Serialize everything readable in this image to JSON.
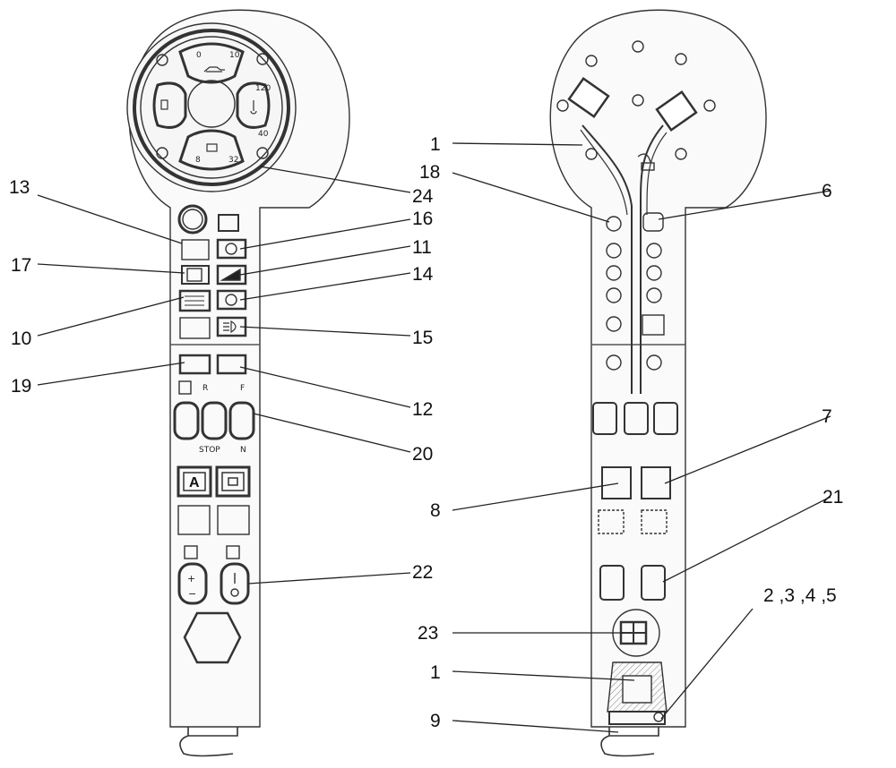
{
  "gauges": {
    "fuel_scale": {
      "min": "0",
      "max": "10"
    },
    "temp_scale": {
      "top": "120",
      "bottom": "40"
    },
    "voltage_scale": {
      "min": "8",
      "max": "32"
    }
  },
  "switch_labels": {
    "wiper_rear": "R",
    "wiper_front": "F",
    "stop": "STOP",
    "neutral": "N"
  },
  "buttons": {
    "auto": "A"
  },
  "callouts": {
    "c1_top": "1",
    "c1_bottom": "1",
    "c2345": "2 ,3 ,4 ,5",
    "c6": "6",
    "c7": "7",
    "c8": "8",
    "c9": "9",
    "c10": "10",
    "c11": "11",
    "c12": "12",
    "c13": "13",
    "c14": "14",
    "c15": "15",
    "c16": "16",
    "c17": "17",
    "c18": "18",
    "c19": "19",
    "c20": "20",
    "c21": "21",
    "c22": "22",
    "c23": "23",
    "c24": "24"
  }
}
